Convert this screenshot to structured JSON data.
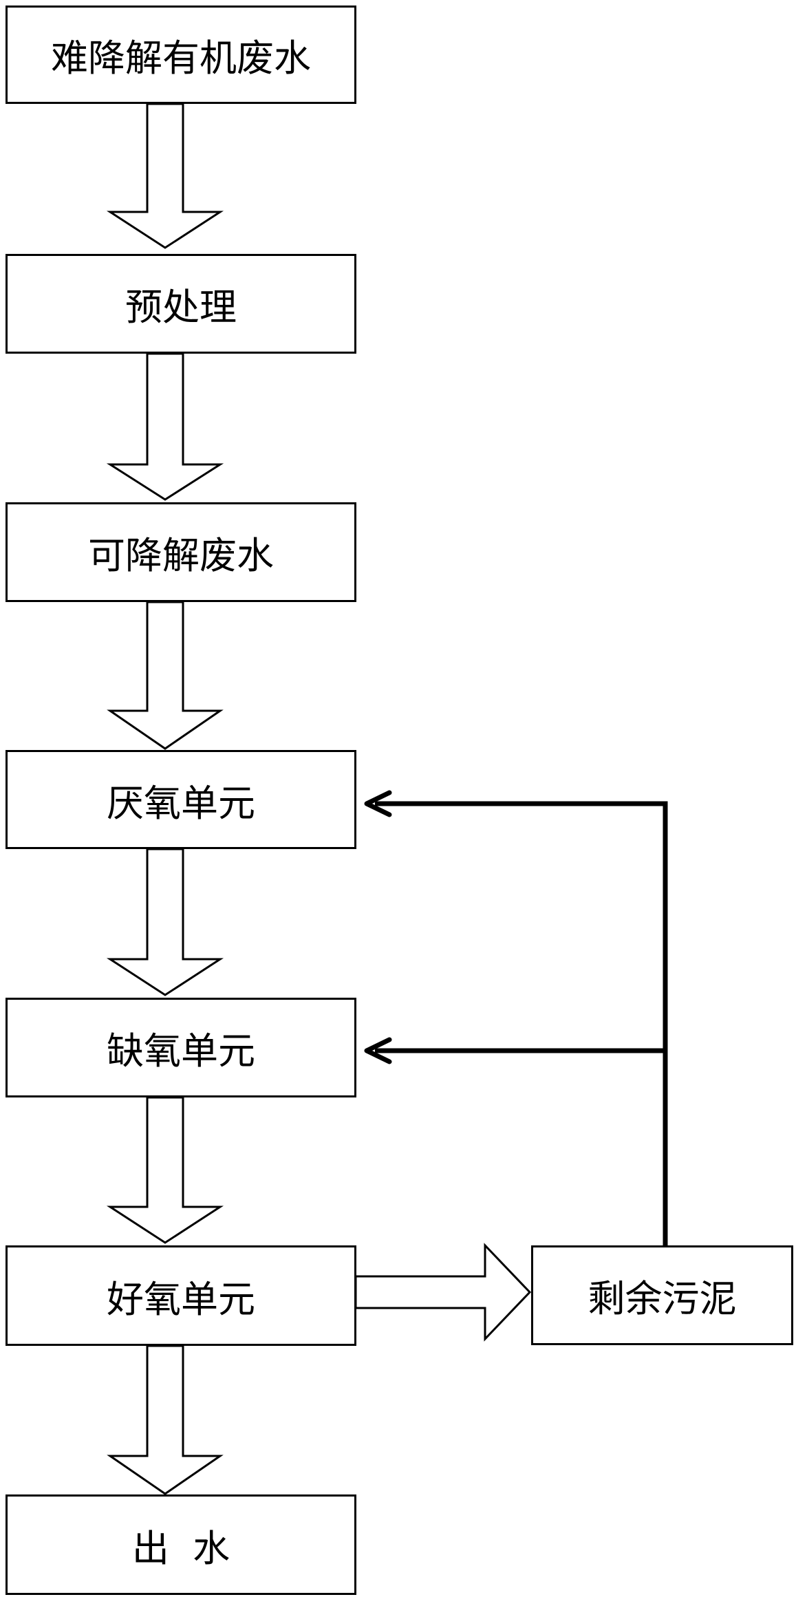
{
  "diagram": {
    "nodes": {
      "wastewater_in": "难降解有机废水",
      "pretreatment": "预处理",
      "degradable_wastewater": "可降解废水",
      "anaerobic_unit": "厌氧单元",
      "anoxic_unit": "缺氧单元",
      "aerobic_unit": "好氧单元",
      "effluent": "出  水",
      "excess_sludge": "剩余污泥"
    },
    "edges": [
      {
        "from": "wastewater_in",
        "to": "pretreatment",
        "style": "hollow"
      },
      {
        "from": "pretreatment",
        "to": "degradable_wastewater",
        "style": "hollow"
      },
      {
        "from": "degradable_wastewater",
        "to": "anaerobic_unit",
        "style": "hollow"
      },
      {
        "from": "anaerobic_unit",
        "to": "anoxic_unit",
        "style": "hollow"
      },
      {
        "from": "anoxic_unit",
        "to": "aerobic_unit",
        "style": "hollow"
      },
      {
        "from": "aerobic_unit",
        "to": "effluent",
        "style": "hollow"
      },
      {
        "from": "aerobic_unit",
        "to": "excess_sludge",
        "style": "hollow"
      },
      {
        "from": "excess_sludge",
        "to": "anaerobic_unit",
        "style": "solid-line"
      },
      {
        "from": "excess_sludge",
        "to": "anoxic_unit",
        "style": "solid-line"
      }
    ]
  }
}
